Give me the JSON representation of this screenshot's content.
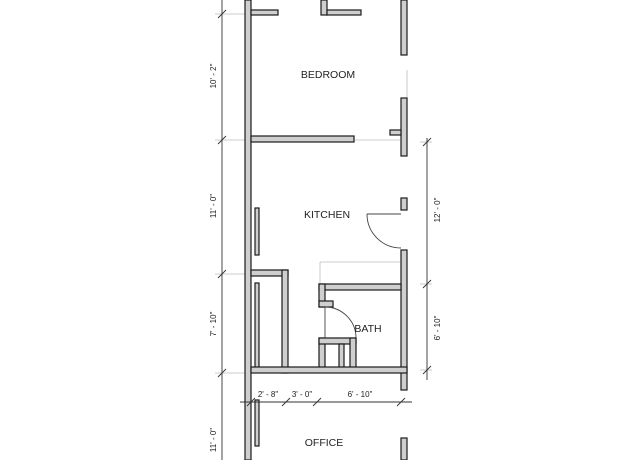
{
  "rooms": {
    "bedroom": "BEDROOM",
    "kitchen": "KITCHEN",
    "bath": "BATH",
    "office": "OFFICE"
  },
  "dimensions": {
    "bedroom_height": "10' - 2\"",
    "kitchen_height": "11' - 0\"",
    "bath_left_height": "7' - 10\"",
    "office_height": "11' - 0\"",
    "kitchen_right_height": "12' - 0\"",
    "bath_right_height": "6' - 10\"",
    "closet_width": "2' - 8\"",
    "hall_width": "3' - 0\"",
    "bath_width": "6' - 10\""
  },
  "colors": {
    "wall_fill": "#cfcfcf",
    "wall_stroke": "#1a1a1a",
    "line": "#333333",
    "guide": "#bbbbbb"
  }
}
